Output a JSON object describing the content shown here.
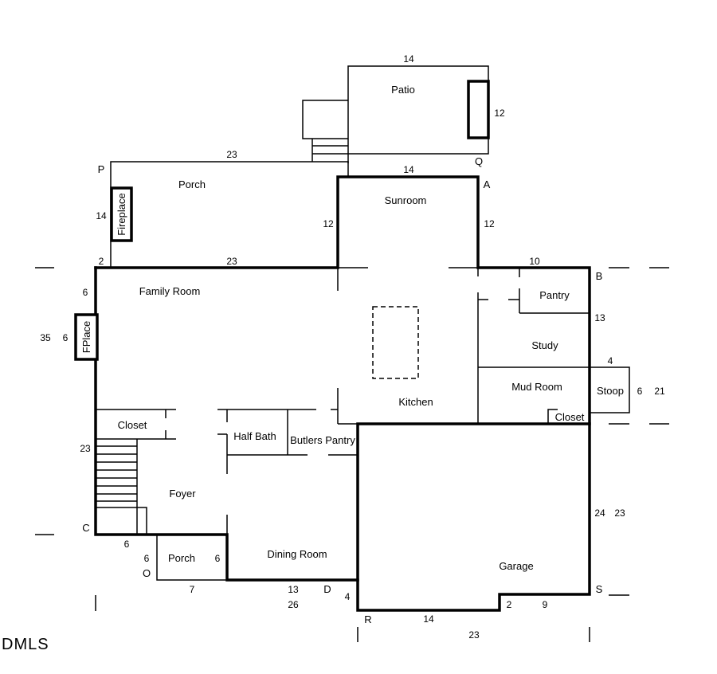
{
  "rooms": {
    "patio": "Patio",
    "porch_top": "Porch",
    "sunroom": "Sunroom",
    "fireplace_porch": "Fireplace",
    "family_room": "Family Room",
    "fplace": "FPlace",
    "pantry": "Pantry",
    "study": "Study",
    "mud_room": "Mud Room",
    "stoop": "Stoop",
    "kitchen": "Kitchen",
    "closet_mud": "Closet",
    "closet_foyer": "Closet",
    "half_bath": "Half Bath",
    "butlers_pantry": "Butlers Pantry",
    "foyer": "Foyer",
    "porch_front": "Porch",
    "dining_room": "Dining Room",
    "garage": "Garage"
  },
  "corners": {
    "P": "P",
    "Q": "Q",
    "A": "A",
    "B": "B",
    "C": "C",
    "O": "O",
    "D": "D",
    "R": "R",
    "S": "S"
  },
  "dims": {
    "patio_top": "14",
    "patio_right": "12",
    "porch_top": "23",
    "porch_left": "14",
    "porch_bottom_left": "2",
    "porch_bottom": "23",
    "sunroom_top": "14",
    "sunroom_left": "12",
    "sunroom_right": "12",
    "pantry_top": "10",
    "east_upper": "13",
    "stoop_top": "4",
    "stoop_right": "6",
    "east_total": "21",
    "west_upper": "6",
    "west_total": "35",
    "fplace": "6",
    "west_lower": "23",
    "front_left": "6",
    "porch_front_left": "6",
    "porch_front_right": "6",
    "porch_front_bottom": "7",
    "dining_bottom": "13",
    "front_total": "26",
    "garage_left": "4",
    "garage_right_a": "24",
    "garage_right_b": "23",
    "garage_bottom": "14",
    "garage_notch": "2",
    "garage_notch_right": "9",
    "garage_total": "23"
  },
  "watermark": "DMLS"
}
